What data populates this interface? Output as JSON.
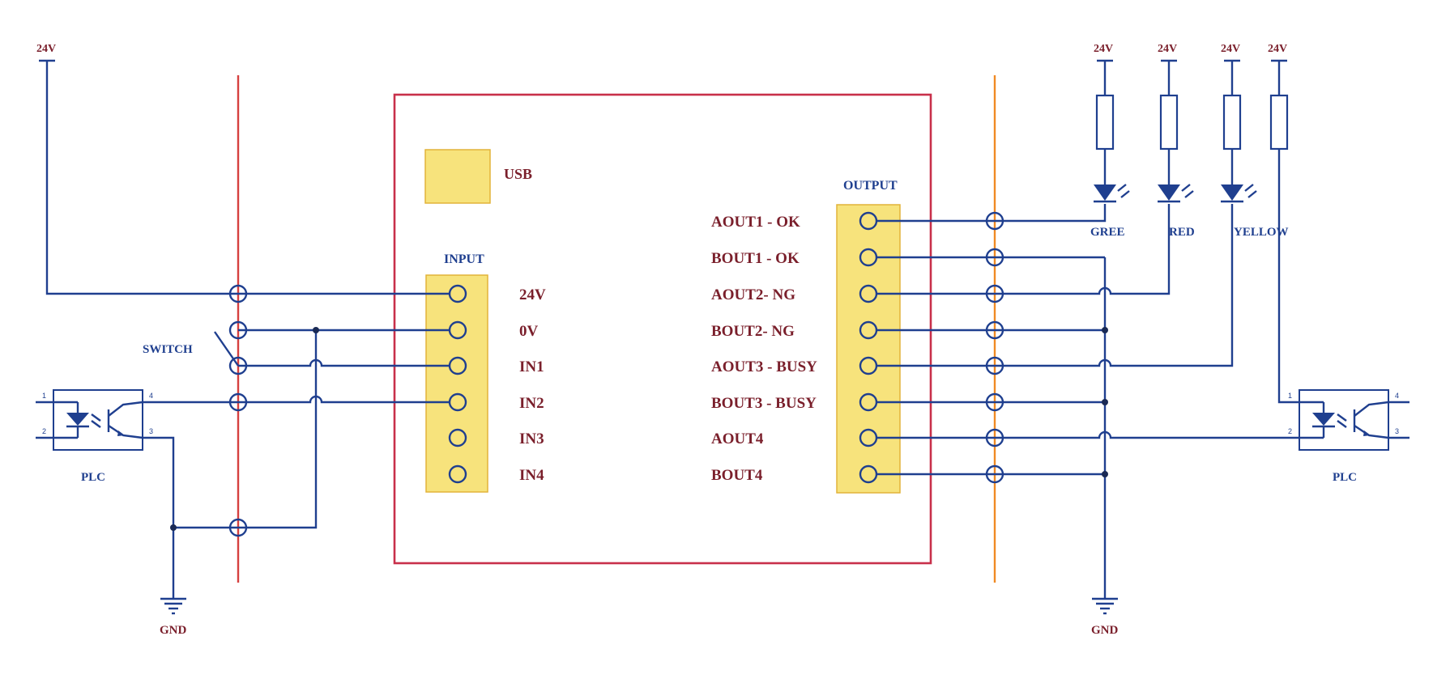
{
  "supply": {
    "vcc_label": "24V",
    "gnd_label": "GND"
  },
  "device": {
    "usb_label": "USB",
    "input": {
      "title": "INPUT",
      "pins": [
        "24V",
        "0V",
        "IN1",
        "IN2",
        "IN3",
        "IN4"
      ]
    },
    "output": {
      "title": "OUTPUT",
      "pins": [
        "AOUT1 - OK",
        "BOUT1 - OK",
        "AOUT2- NG",
        "BOUT2- NG",
        "AOUT3 - BUSY",
        "BOUT3 - BUSY",
        "AOUT4",
        "BOUT4"
      ]
    }
  },
  "left_side": {
    "switch_label": "SWITCH",
    "plc_label": "PLC",
    "plc_pins": [
      "1",
      "2",
      "4",
      "3"
    ]
  },
  "right_side": {
    "leds": [
      "GREE",
      "RED",
      "YELLOW"
    ],
    "plc_label": "PLC",
    "plc_pins": [
      "1",
      "2",
      "4",
      "3"
    ]
  },
  "colors": {
    "wire": "#1f3f8f",
    "device_border": "#c8304a",
    "terminal_fill": "#f7e37c",
    "left_rail": "#d6403f",
    "right_rail": "#f08a24",
    "label": "#7a1f2b"
  }
}
